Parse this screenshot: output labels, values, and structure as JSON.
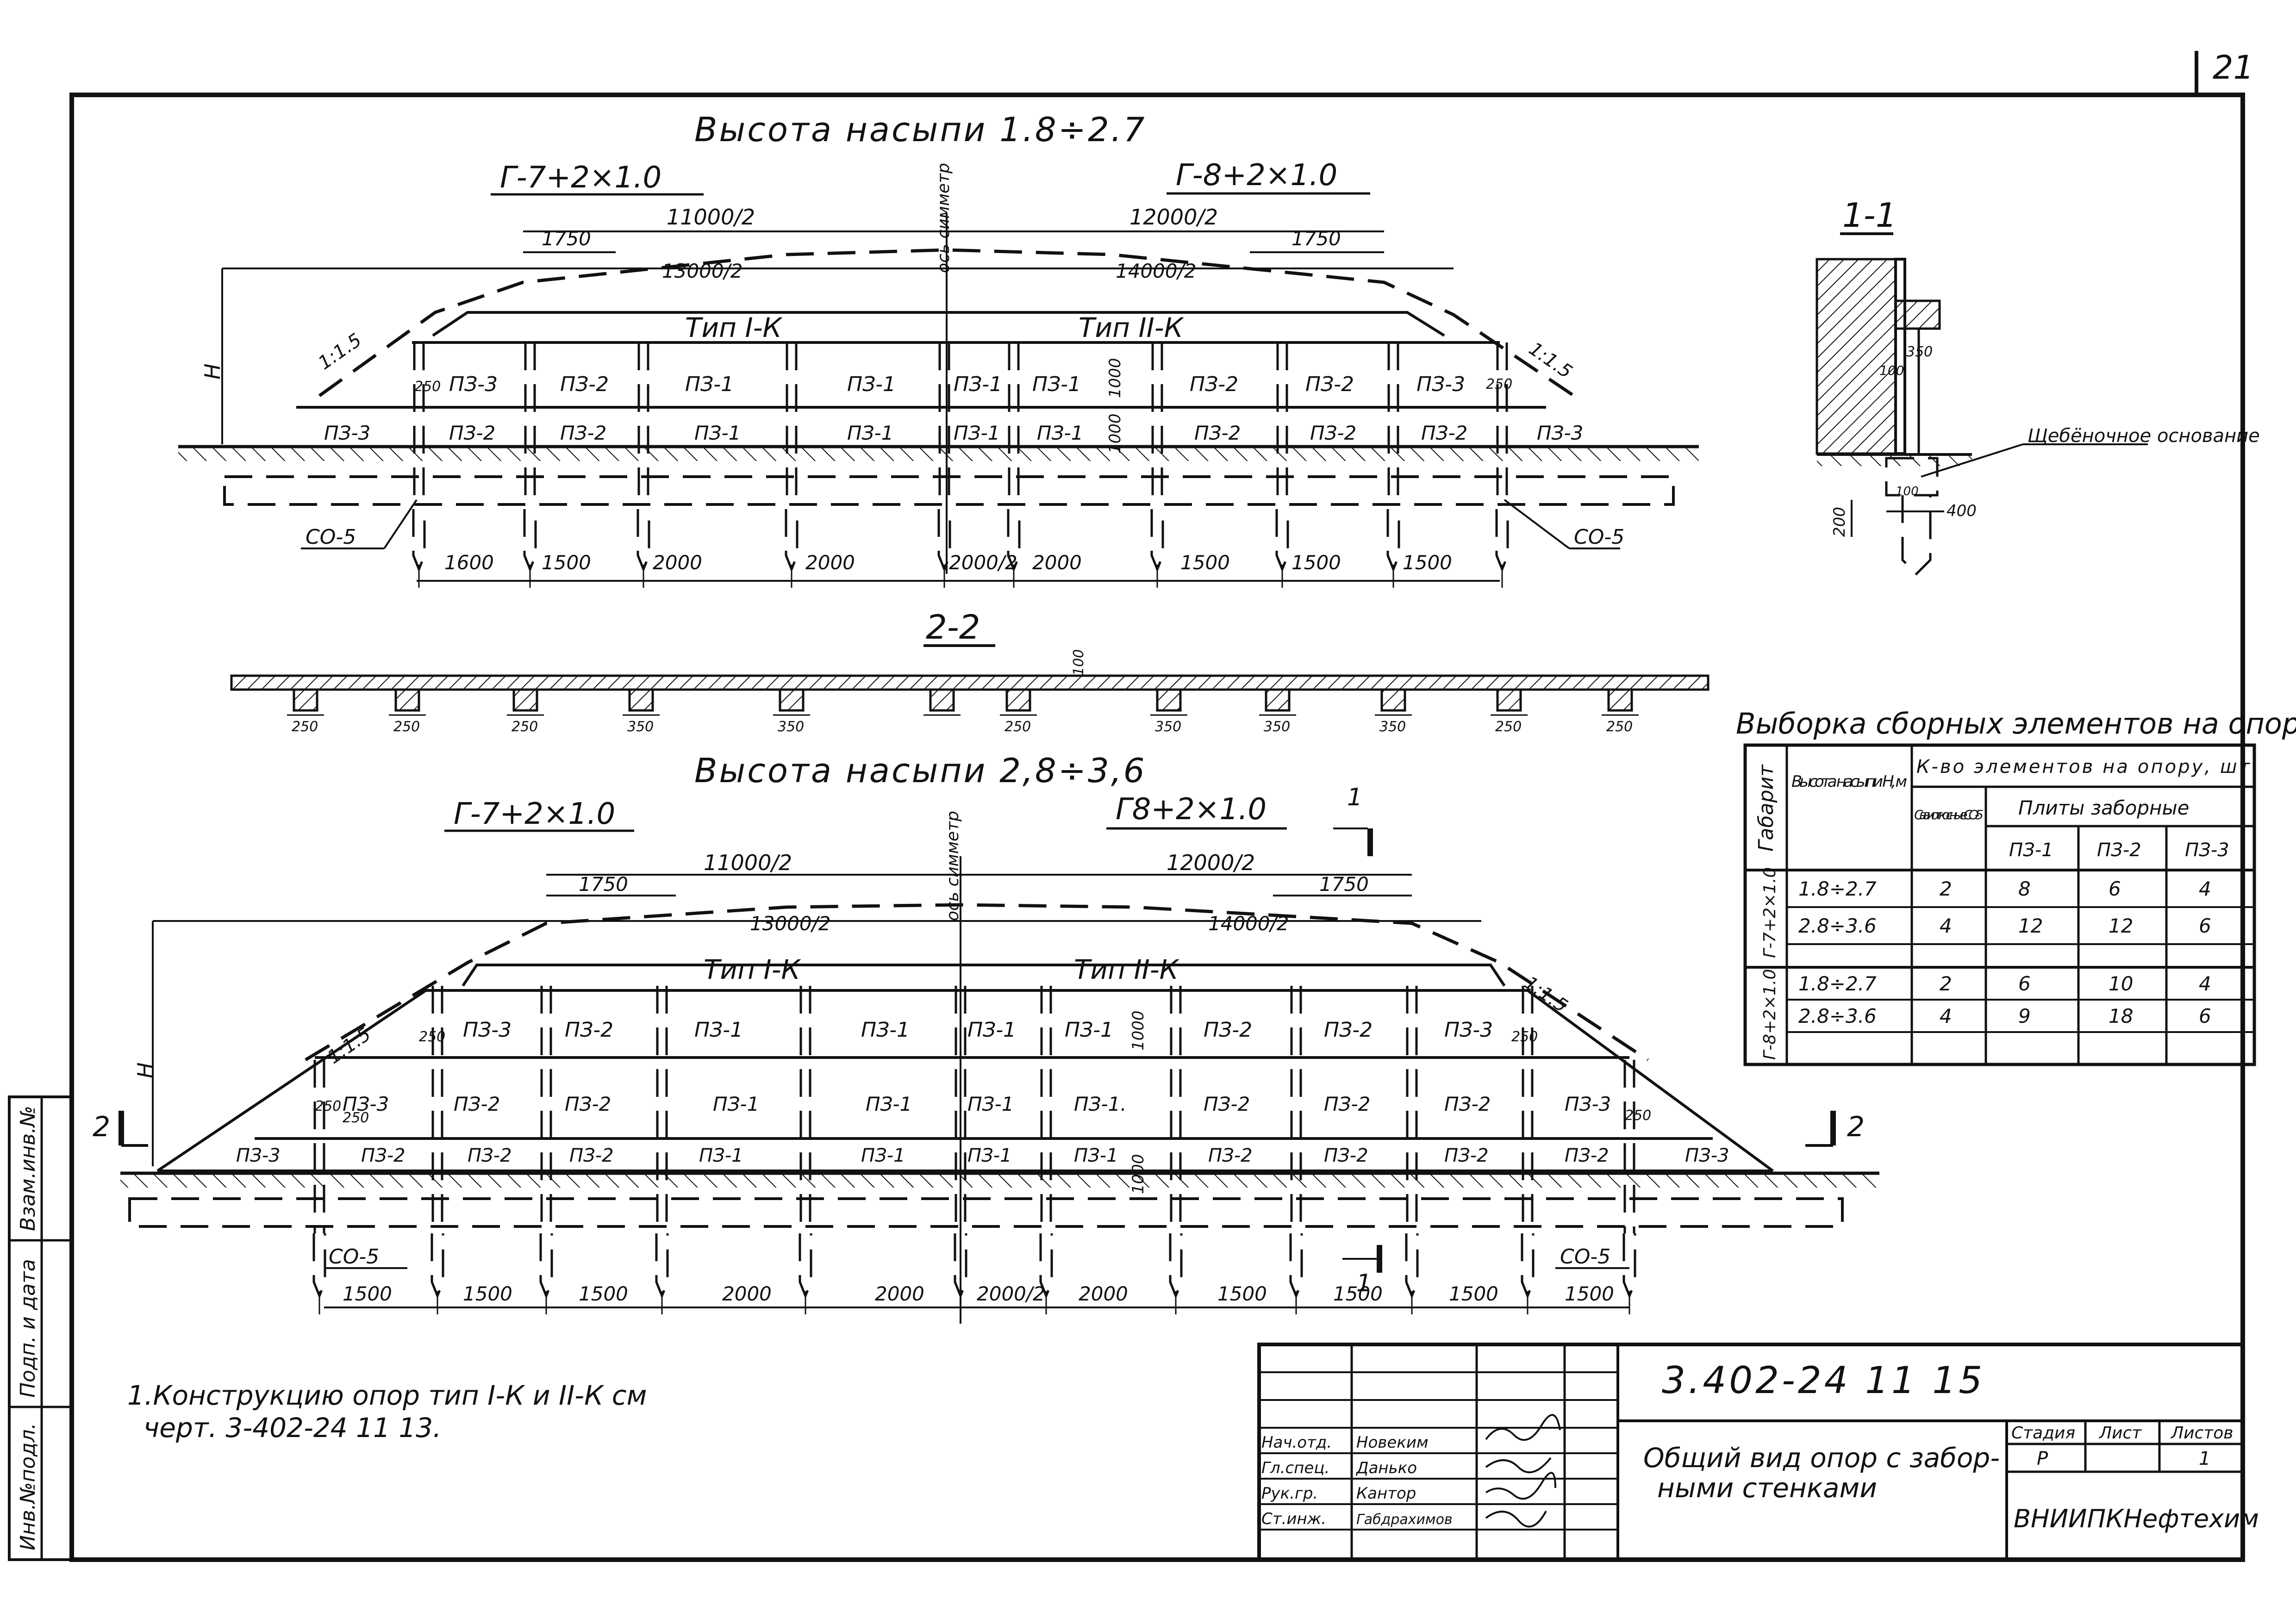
{
  "sheet": {
    "page_number": "21",
    "notes": "1.Конструкцию опор тип I-К и II-К см\n черт. 3-402-24  11  13."
  },
  "top_view": {
    "heading": "Высота   насыпи  1.8÷2.7",
    "left_label": "Г-7+2×1.0",
    "right_label": "Г-8+2×1.0",
    "dims_top": {
      "left_half": "11000/2",
      "right_half": "12000/2",
      "left_1750": "1750",
      "right_1750": "1750",
      "left_13000": "13000/2",
      "right_14000": "14000/2",
      "axis": "ось симметр"
    },
    "type_left": "Тип I-К",
    "type_right": "Тип II-К",
    "slope_left": "1:1.5",
    "slope_right": "1:1.5",
    "h_label": "H",
    "upper_row": [
      "ПЗ-3",
      "ПЗ-2",
      "ПЗ-1",
      "ПЗ-1",
      "ПЗ-1",
      "ПЗ-1",
      "ПЗ-2",
      "ПЗ-2",
      "ПЗ-3"
    ],
    "lower_row": [
      "ПЗ-3",
      "ПЗ-2",
      "ПЗ-2",
      "ПЗ-1",
      "ПЗ-1",
      "ПЗ-1",
      "ПЗ-1",
      "ПЗ-2",
      "ПЗ-2",
      "ПЗ-2",
      "ПЗ-3"
    ],
    "small_dims": [
      "250",
      "1000",
      "1000",
      "250"
    ],
    "pile_label": "СО-5",
    "bottom_dims": [
      "1600",
      "1500",
      "2000",
      "2000",
      "2000/2",
      "2000",
      "1500",
      "1500",
      "1500"
    ]
  },
  "section_22": {
    "title": "2-2",
    "cap_dims": [
      "250",
      "250",
      "250",
      "350",
      "350",
      "250",
      "350",
      "350",
      "350",
      "250",
      "250"
    ],
    "height_dim": "100"
  },
  "section_11": {
    "title": "1-1",
    "dims": [
      "350",
      "100",
      "200",
      "400",
      "100"
    ],
    "gravel_label": "Щебёночное основание"
  },
  "bottom_view": {
    "heading": "Высота   насыпи  2,8÷3,6",
    "left_label": "Г-7+2×1.0",
    "right_label": "Г8+2×1.0",
    "cut_label": "1",
    "dims_top": {
      "left_half": "11000/2",
      "right_half": "12000/2",
      "left_1750": "1750",
      "right_1750": "1750",
      "left_13000": "13000/2",
      "right_14000": "14000/2",
      "axis": "ось симметр"
    },
    "type_left": "Тип I-К",
    "type_right": "Тип II-К",
    "slope_left": "1:1.5",
    "slope_right": "1:1.5",
    "h_label": "H",
    "row1": [
      "ПЗ-3",
      "ПЗ-2",
      "ПЗ-1",
      "ПЗ-1",
      "ПЗ-1",
      "ПЗ-1",
      "ПЗ-2",
      "ПЗ-2",
      "ПЗ-3"
    ],
    "row2": [
      "ПЗ-3",
      "ПЗ-2",
      "ПЗ-2",
      "ПЗ-1",
      "ПЗ-1",
      "ПЗ-1",
      "ПЗ-1.",
      "ПЗ-2",
      "ПЗ-2",
      "ПЗ-2",
      "ПЗ-3"
    ],
    "row3": [
      "ПЗ-3",
      "ПЗ-2",
      "ПЗ-2",
      "ПЗ-2",
      "ПЗ-1",
      "ПЗ-1",
      "ПЗ-1",
      "ПЗ-1",
      "ПЗ-2",
      "ПЗ-2",
      "ПЗ-2",
      "ПЗ-2",
      "ПЗ-3"
    ],
    "small_dims": [
      "250",
      "250",
      "250",
      "1000",
      "1000",
      "250",
      "250"
    ],
    "section_mark": "2",
    "pile_label": "СО-5",
    "bottom_dims": [
      "1500",
      "1500",
      "1500",
      "2000",
      "2000",
      "2000/2",
      "2000",
      "1500",
      "1500",
      "1500",
      "1500"
    ]
  },
  "table": {
    "title": "Выборка сборных элементов на опору",
    "col_gabarit": "Габарит",
    "col_height": "Высота насыпи H, м",
    "col_group": "К-во элементов на опору, шт",
    "col_piles": "Сваи откосные СО-5",
    "col_plates": "Плиты заборные",
    "col_p1": "ПЗ-1",
    "col_p2": "ПЗ-2",
    "col_p3": "ПЗ-3",
    "groups": [
      {
        "gabarit": "Г-7+2×1.0",
        "rows": [
          [
            "1.8÷2.7",
            "2",
            "8",
            "6",
            "4"
          ],
          [
            "2.8÷3.6",
            "4",
            "12",
            "12",
            "6"
          ]
        ]
      },
      {
        "gabarit": "Г-8+2×1.0",
        "rows": [
          [
            "1.8÷2.7",
            "2",
            "6",
            "10",
            "4"
          ],
          [
            "2.8÷3.6",
            "4",
            "9",
            "18",
            "6"
          ]
        ]
      }
    ]
  },
  "title_block": {
    "doc_code": "3.402-24  11  15",
    "title": "Общий вид опор с забор-\nными стенками",
    "org": "ВНИИПКНефтехим",
    "stage_header": "Стадия",
    "sheet_header": "Лист",
    "sheets_header": "Листов",
    "stage": "Р",
    "sheet": "",
    "sheets": "1",
    "roles": [
      {
        "role": "Нач.отд.",
        "name": "Новеким"
      },
      {
        "role": "Гл.спец.",
        "name": "Данько"
      },
      {
        "role": "Рук.гр.",
        "name": "Кантор"
      },
      {
        "role": "Ст.инж.",
        "name": "Габдрахимов"
      }
    ]
  },
  "side_stamp": [
    "Инв.№подл.",
    "Подп. и дата",
    "Взам.инв.№"
  ]
}
